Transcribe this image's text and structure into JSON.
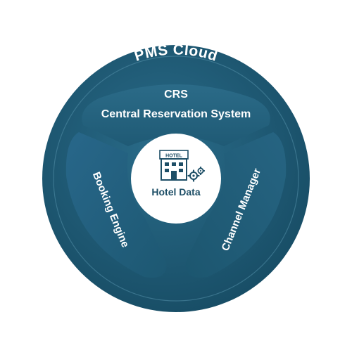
{
  "outer_ring": {
    "label": "PMS Cloud"
  },
  "segments": {
    "crs": {
      "line1": "CRS",
      "line2": "Central Reservation System"
    },
    "booking_engine": {
      "label": "Booking Engine"
    },
    "channel_manager": {
      "label": "Channel Manager"
    }
  },
  "center": {
    "sign_text": "HOTEL",
    "label": "Hotel Data",
    "icon": "hotel-building-with-gears-icon"
  },
  "colors": {
    "outer_ring": "#1b5873",
    "segments": "#23607c",
    "text_light": "#ffffff",
    "center_fill": "#ffffff",
    "center_text": "#1d4e66"
  }
}
